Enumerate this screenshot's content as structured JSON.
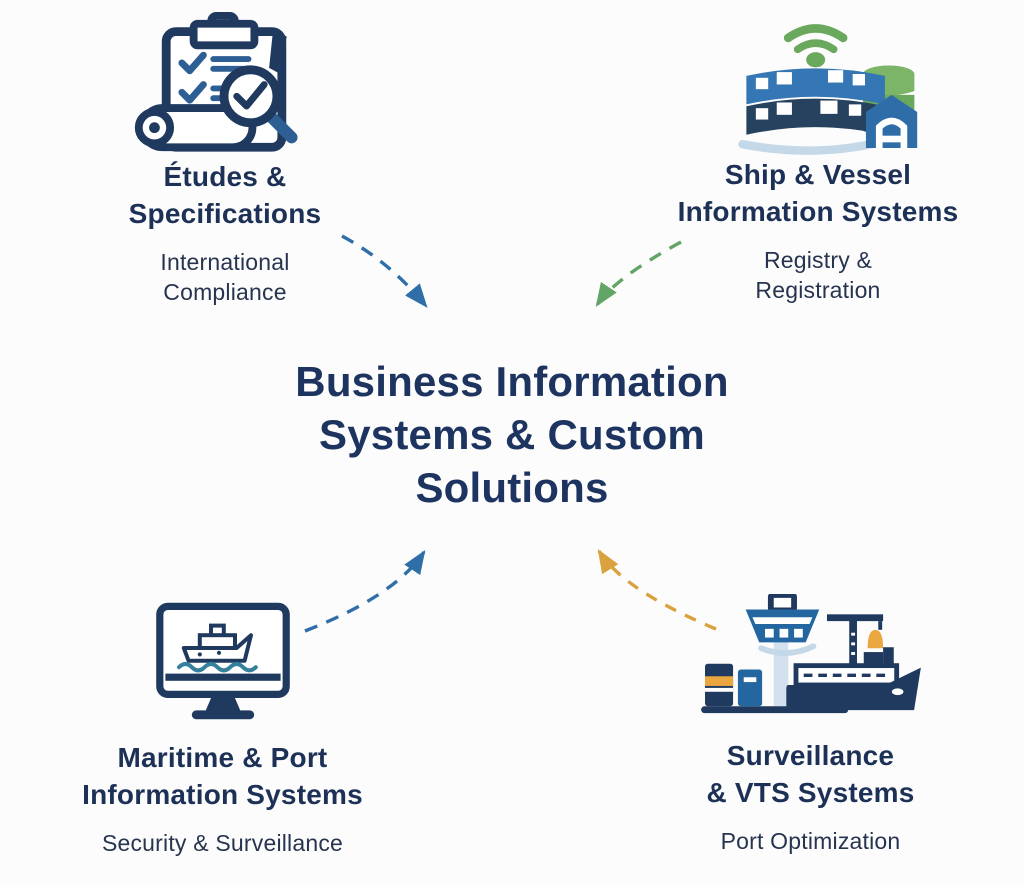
{
  "diagram": {
    "background": "#fcfcfc",
    "center": {
      "color": "#1e3460",
      "lines": [
        "Business Information",
        "Systems & Custom",
        "Solutions"
      ]
    },
    "quadrants": {
      "top_left": {
        "icon": "clipboard-checklist-magnifier-icon",
        "title_lines": [
          "Études &",
          "Specifications"
        ],
        "subtitle_lines": [
          "International",
          "Compliance"
        ],
        "arrow": {
          "color": "#2f6ea6",
          "direction": "to-center"
        }
      },
      "top_right": {
        "icon": "vessel-registry-building-database-icon",
        "title_lines": [
          "Ship & Vessel",
          "Information Systems"
        ],
        "subtitle_lines": [
          "Registry &",
          "Registration"
        ],
        "arrow": {
          "color": "#63a566",
          "direction": "to-center"
        }
      },
      "bottom_left": {
        "icon": "maritime-monitor-ship-icon",
        "title_lines": [
          "Maritime & Port",
          "Information Systems"
        ],
        "subtitle_lines": [
          "Security & Surveillance"
        ],
        "arrow": {
          "color": "#2f6ea6",
          "direction": "to-center"
        }
      },
      "bottom_right": {
        "icon": "port-control-tower-vessel-icon",
        "title_lines": [
          "Surveillance",
          "& VTS Systems"
        ],
        "subtitle_lines": [
          "Port Optimization"
        ],
        "arrow": {
          "color": "#d9a23f",
          "direction": "to-center"
        }
      }
    },
    "palette": {
      "navy": "#1f3a5e",
      "title_text": "#1d3157",
      "subtitle_text": "#27344f",
      "blue": "#2e6da8",
      "light_blue": "#d3e0ee",
      "teal": "#35809d",
      "green": "#6aa85e",
      "orange": "#eaa73f"
    }
  }
}
